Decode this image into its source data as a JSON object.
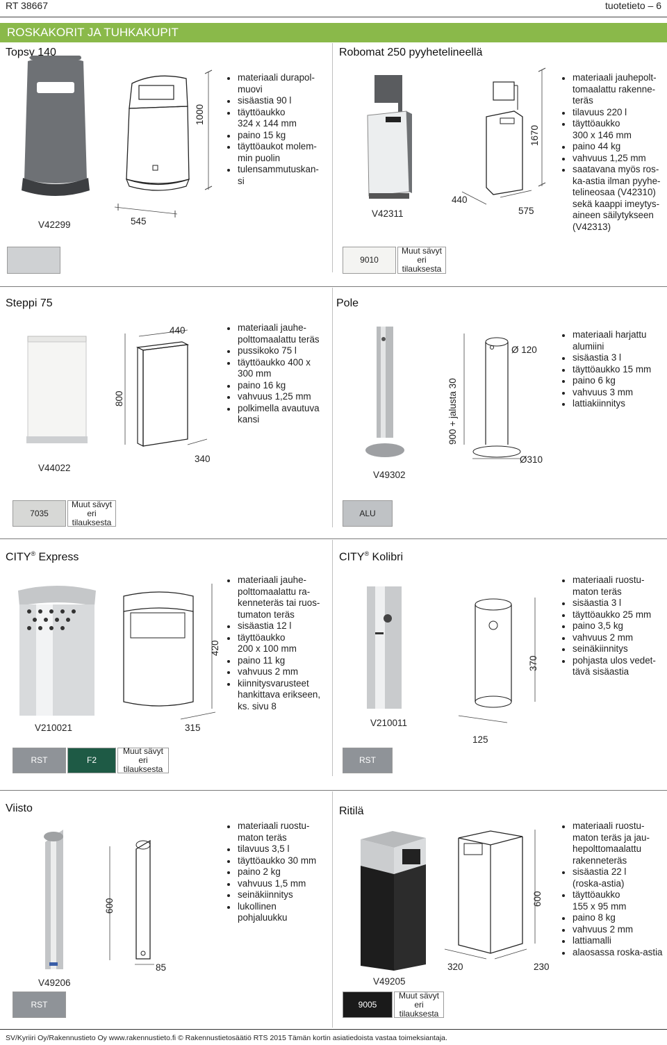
{
  "header": {
    "left": "RT 38667",
    "right": "tuotetieto – 6"
  },
  "section_title": "ROSKAKORIT JA TUHKAKUPIT",
  "products": {
    "topsy": {
      "title": "Topsy 140",
      "code": "V42299",
      "dims": [
        "545",
        "1000"
      ],
      "specs": [
        "materiaali durapol-\nmuovi",
        "sisäastia 90 l",
        "täyttöaukko\n324 x 144 mm",
        "paino 15 kg",
        "täyttöaukot molem-\nmin puolin",
        "tulensammutuskan-\nsi"
      ]
    },
    "robomat": {
      "title": "Robomat 250 pyyhetelineellä",
      "code": "V42311",
      "dims": [
        "440",
        "575",
        "1670"
      ],
      "specs": [
        "materiaali jauhepolt-\ntomaalattu rakenne-\nteräs",
        "tilavuus 220 l",
        "täyttöaukko\n300 x 146 mm",
        "paino 44 kg",
        "vahvuus 1,25 mm",
        "saatavana myös ros-\nka-astia ilman pyyhe-\ntelineosaa (V42310)\nsekä kaappi imeytys-\naineen säilytykseen\n(V42313)"
      ],
      "swatches": [
        "9010",
        "Muut sävyt\neri tilauksesta"
      ]
    },
    "steppi": {
      "title": "Steppi 75",
      "code": "V44022",
      "dims": [
        "440",
        "800",
        "340"
      ],
      "specs": [
        "materiaali jauhe-\npolttomaalattu teräs",
        "pussikoko 75 l",
        "täyttöaukko 400 x\n300 mm",
        "paino 16 kg",
        "vahvuus 1,25 mm",
        "polkimella avautuva\nkansi"
      ],
      "swatches": [
        "7035",
        "Muut sävyt\neri tilauksesta"
      ]
    },
    "pole": {
      "title": "Pole",
      "code": "V49302",
      "dims": [
        "900 + jalusta 30",
        "Ø 120",
        "Ø310"
      ],
      "specs": [
        "materiaali harjattu\nalumiini",
        "sisäastia 3 l",
        "täyttöaukko 15 mm",
        "paino 6 kg",
        "vahvuus 3 mm",
        "lattiakiinnitys"
      ],
      "swatches": [
        "ALU"
      ]
    },
    "city_express": {
      "title_a": "CITY",
      "title_sup": "®",
      "title_b": " Express",
      "code": "V210021",
      "dims": [
        "420",
        "315"
      ],
      "specs": [
        "materiaali jauhe-\npolttomaalattu ra-\nkenneteräs tai ruos-\ntumaton teräs",
        "sisäastia 12 l",
        "täyttöaukko\n200 x 100 mm",
        "paino 11 kg",
        "vahvuus 2 mm",
        "kiinnitysvarusteet\nhankittava erikseen,\nks. sivu 8"
      ],
      "swatches": [
        "RST",
        "F2",
        "Muut sävyt\neri tilauksesta"
      ]
    },
    "city_kolibri": {
      "title_a": "CITY",
      "title_sup": "®",
      "title_b": " Kolibri",
      "code": "V210011",
      "dims": [
        "370",
        "125"
      ],
      "specs": [
        "materiaali ruostu-\nmaton teräs",
        "sisäastia 3 l",
        "täyttöaukko 25 mm",
        "paino 3,5 kg",
        "vahvuus 2 mm",
        "seinäkiinnitys",
        "pohjasta ulos vedet-\ntävä sisäastia"
      ],
      "swatches": [
        "RST"
      ]
    },
    "viisto": {
      "title": "Viisto",
      "code": "V49206",
      "dims": [
        "600",
        "85"
      ],
      "specs": [
        "materiaali ruostu-\nmaton teräs",
        "tilavuus 3,5 l",
        "täyttöaukko 30 mm",
        "paino 2 kg",
        "vahvuus 1,5 mm",
        "seinäkiinnitys",
        "lukollinen\npohjaluukku"
      ],
      "swatches": [
        "RST"
      ]
    },
    "ritila": {
      "title": "Ritilä",
      "code": "V49205",
      "dims": [
        "600",
        "320",
        "230"
      ],
      "specs": [
        "materiaali ruostu-\nmaton teräs ja jau-\nhepolttomaalattu\nrakenneteräs",
        "sisäastia 22 l\n(roska-astia)",
        "täyttöaukko\n155 x 95 mm",
        "paino 8 kg",
        "vahvuus 2 mm",
        "lattiamalli",
        "alaosassa roska-astia"
      ],
      "swatches": [
        "9005",
        "Muut sävyt\neri tilauksesta"
      ]
    }
  },
  "footer": "SV/Kyriiri Oy/Rakennustieto Oy  www.rakennustieto.fi  © Rakennustietosäätiö RTS 2015  Tämän kortin asiatiedoista vastaa toimeksiantaja.",
  "colors": {
    "accent": "#8ab94a",
    "gray_swatch": "#8f9398",
    "green_swatch": "#1e5a45",
    "black_swatch": "#1a1a1a",
    "silver_swatch": "#c8cacc"
  }
}
